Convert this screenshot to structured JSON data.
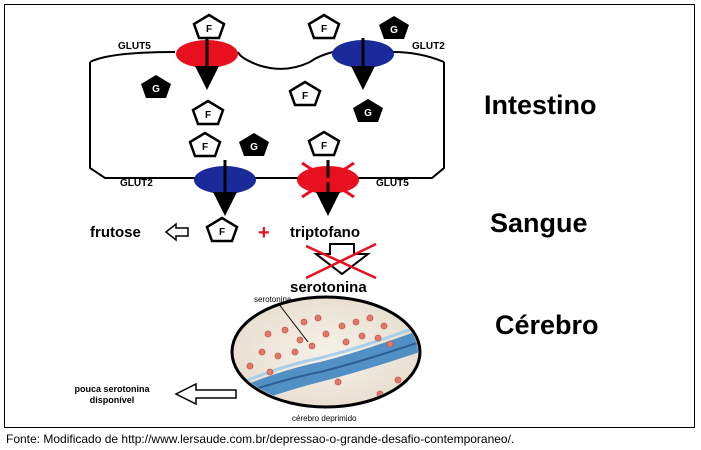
{
  "labels": {
    "glut5_top": "GLUT5",
    "glut2_top": "GLUT2",
    "glut2_bottom": "GLUT2",
    "glut5_bottom": "GLUT5",
    "intestino": "Intestino",
    "sangue": "Sangue",
    "cerebro": "Cérebro",
    "frutose": "frutose",
    "plus": "+",
    "triptofano": "triptofano",
    "serotonina": "serotonina",
    "serotonina_small": "serotonina",
    "pouca_line1": "pouca serotonina",
    "pouca_line2": "disponível",
    "cerebro_deprimido": "cérebro deprimido"
  },
  "molecules": {
    "fructose": "F",
    "glucose": "G"
  },
  "colors": {
    "glut5": "#e8101e",
    "glut2": "#1a2a9a",
    "plus": "#e8101e",
    "cross": "#e8101e",
    "serotonin_dot": "#e2786a",
    "blood_band": "#3f86c2"
  },
  "source": "Fonte: Modificado de http://www.lersaude.com.br/depressao-o-grande-desafio-contemporaneo/."
}
